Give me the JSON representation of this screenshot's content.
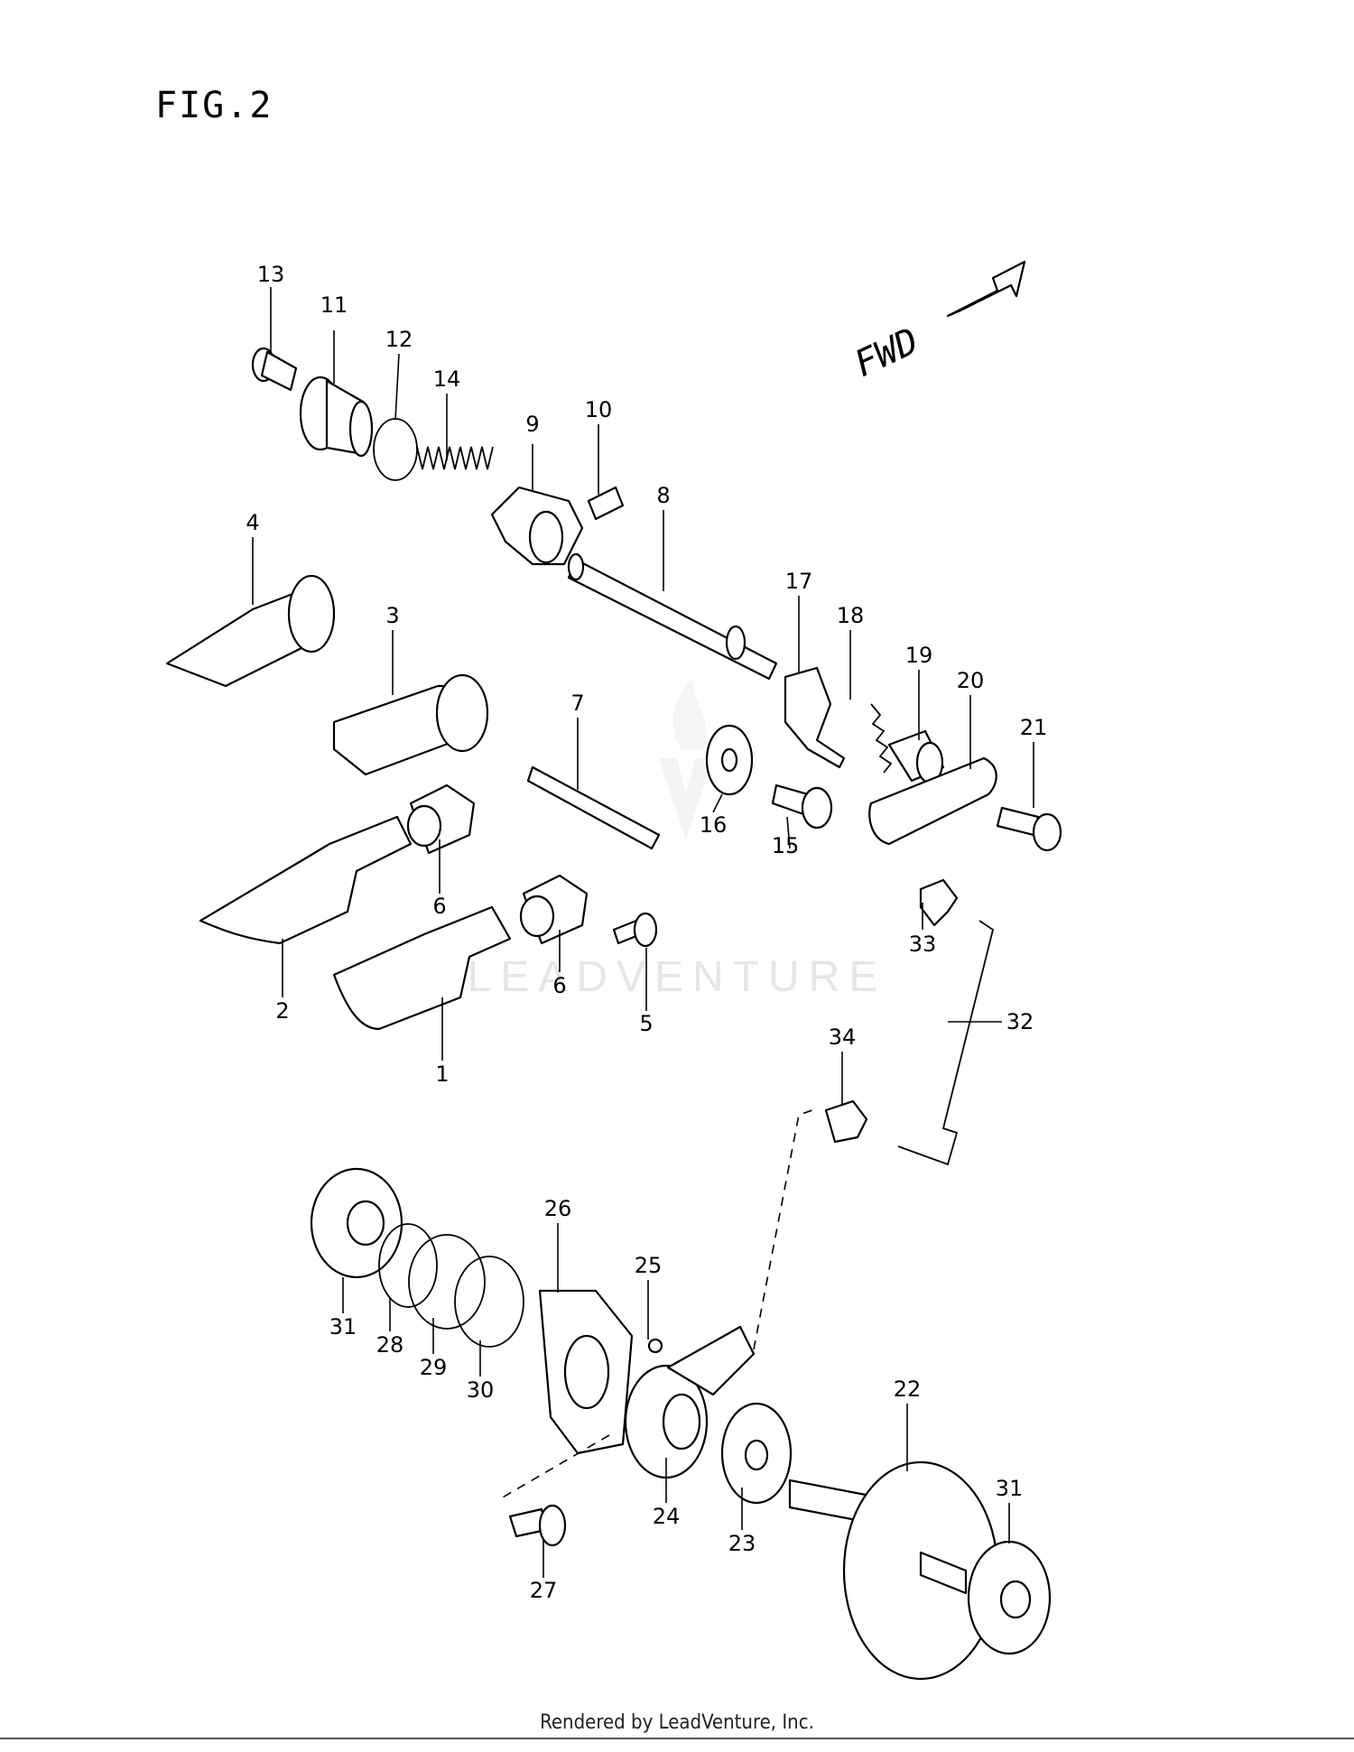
{
  "figure_label": "FIG.2",
  "direction_label": "FWD",
  "watermark": "LEADVENTURE",
  "footer": "Rendered by LeadVenture, Inc.",
  "callouts": {
    "p1": "1",
    "p2": "2",
    "p3": "3",
    "p4": "4",
    "p5": "5",
    "p6a": "6",
    "p6b": "6",
    "p7": "7",
    "p8": "8",
    "p9": "9",
    "p10": "10",
    "p11": "11",
    "p12": "12",
    "p13": "13",
    "p14": "14",
    "p15": "15",
    "p16": "16",
    "p17": "17",
    "p18": "18",
    "p19": "19",
    "p20": "20",
    "p21": "21",
    "p22": "22",
    "p23": "23",
    "p24": "24",
    "p25": "25",
    "p26": "26",
    "p27": "27",
    "p28": "28",
    "p29": "29",
    "p30": "30",
    "p31a": "31",
    "p31b": "31",
    "p32": "32",
    "p33": "33",
    "p34": "34"
  }
}
